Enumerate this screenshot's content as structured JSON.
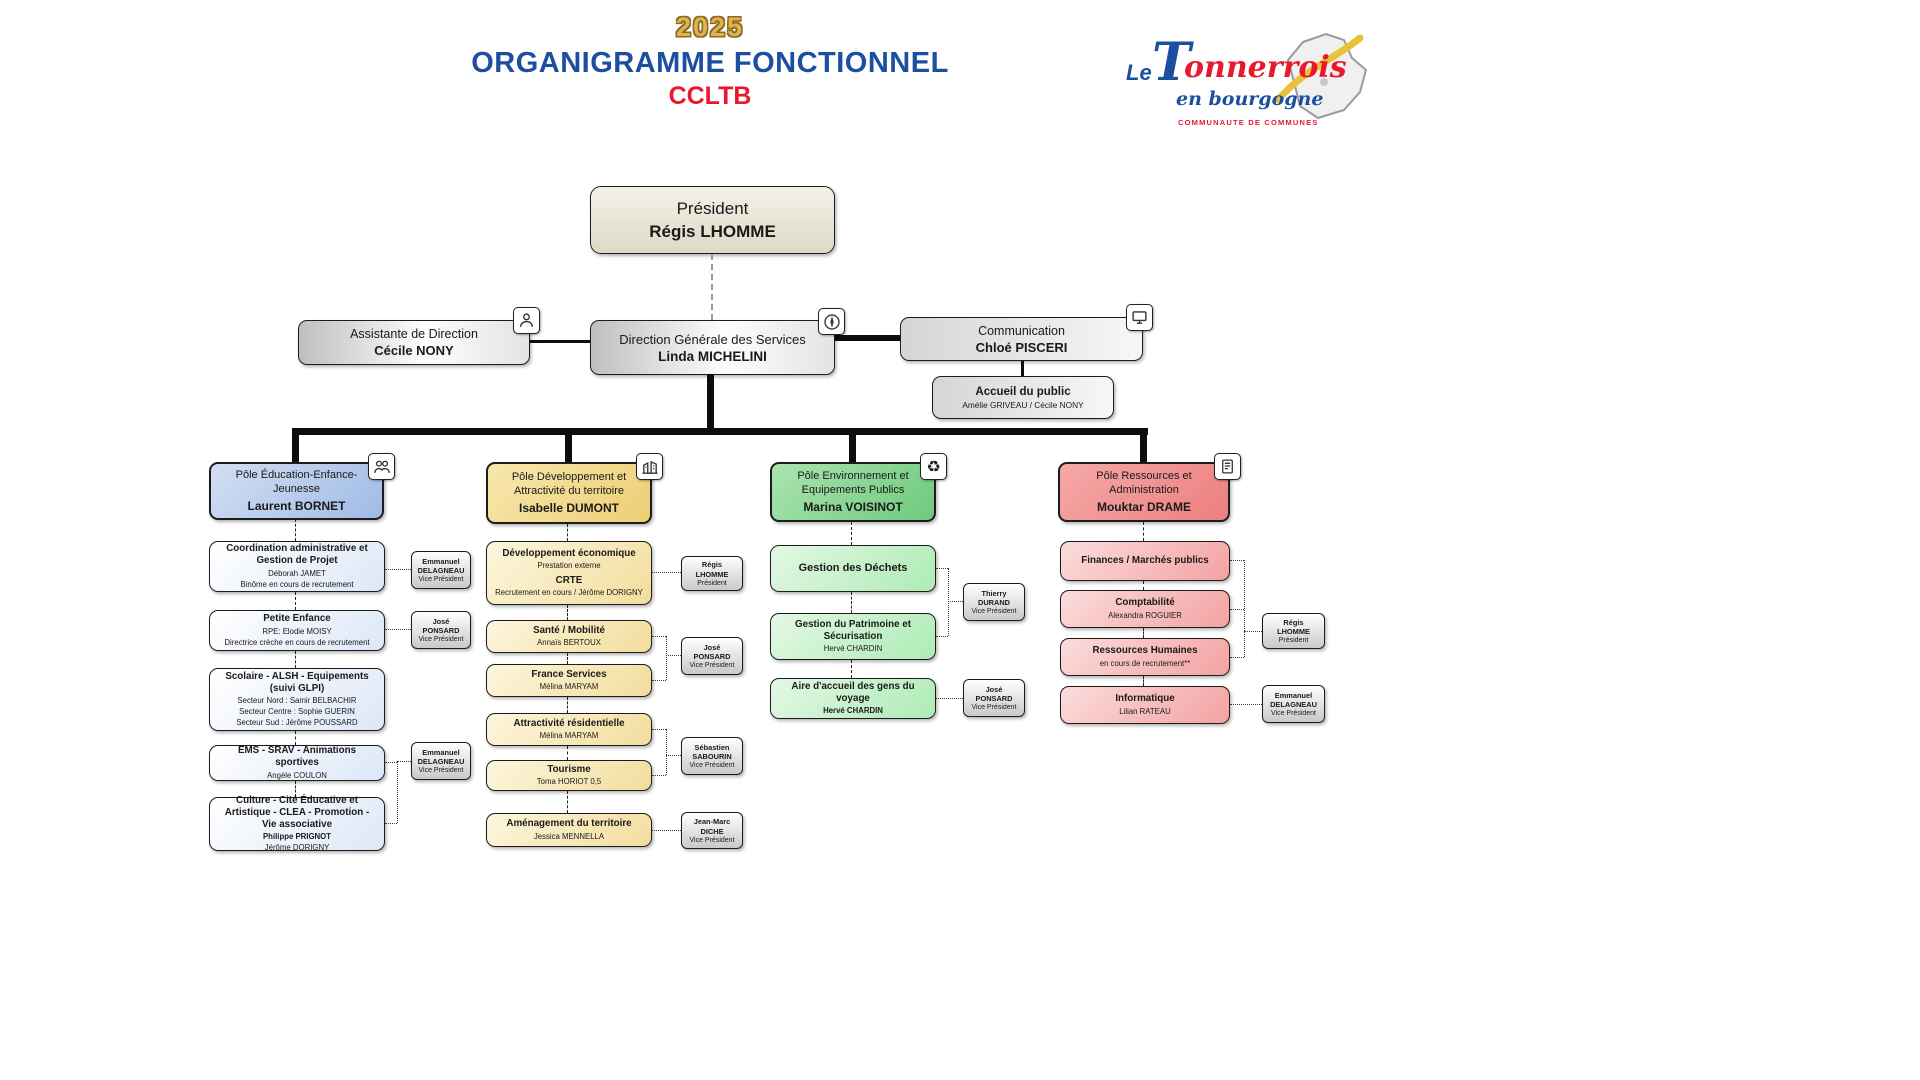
{
  "header": {
    "year": "2025",
    "title": "ORGANIGRAMME FONCTIONNEL",
    "subtitle": "CCLTB"
  },
  "logo": {
    "le": "Le",
    "name_initial": "T",
    "name_rest": "onnerrois",
    "region": "en bourgogne",
    "tagline": "COMMUNAUTE DE COMMUNES"
  },
  "icons": {
    "recycle_glyph": "♻"
  },
  "colors": {
    "accent_blue": "#1d4fa1",
    "accent_red": "#e8192c",
    "gold": "#e0b44a",
    "pole_blue": "#9fbbe6",
    "pole_yellow": "#ecce74",
    "pole_green": "#6fc97c",
    "pole_red": "#ec7f7f"
  },
  "president": {
    "role": "Président",
    "name": "Régis LHOMME"
  },
  "direction": {
    "assistante": {
      "role": "Assistante de Direction",
      "name": "Cécile NONY",
      "icon": "assistant-icon"
    },
    "dgs": {
      "role": "Direction Générale des Services",
      "name": "Linda MICHELINI",
      "icon": "compass-icon"
    },
    "communication": {
      "role": "Communication",
      "name": "Chloé PISCERI",
      "icon": "communication-icon"
    },
    "accueil": {
      "title": "Accueil du public",
      "names": "Amélie GRIVEAU / Cécile NONY"
    }
  },
  "poles": [
    {
      "name": "Pôle Éducation-Enfance-Jeunesse",
      "head": "Laurent BORNET",
      "icon": "people-icon",
      "boxes": [
        {
          "title": "Coordination administrative et Gestion de Projet",
          "lines": [
            "Déborah JAMET",
            "Binôme en cours de recrutement"
          ]
        },
        {
          "title": "Petite Enfance",
          "lines": [
            "RPE: Elodie MOISY",
            "Directrice crèche en cours de recrutement"
          ]
        },
        {
          "title": "Scolaire - ALSH - Equipements (suivi GLPI)",
          "lines": [
            "Secteur Nord : Samir BELBACHIR",
            "Secteur Centre : Sophie GUERIN",
            "Secteur Sud : Jérôme POUSSARD"
          ]
        },
        {
          "title": "EMS - SRAV - Animations sportives",
          "lines": [
            "Angèle COULON"
          ]
        },
        {
          "title": "Culture - Cité Éducative et Artistique - CLEA - Promotion - Vie associative",
          "bold_line": "Philippe PRIGNOT",
          "lines": [
            "Jérôme DORIGNY"
          ]
        }
      ],
      "elus": [
        {
          "name": "Emmanuel DELAGNEAU",
          "role": "Vice Président"
        },
        {
          "name": "José PONSARD",
          "role": "Vice Président"
        },
        {
          "name": "Emmanuel DELAGNEAU",
          "role": "Vice Président"
        }
      ]
    },
    {
      "name": "Pôle Développement et Attractivité du territoire",
      "head": "Isabelle DUMONT",
      "icon": "city-icon",
      "boxes": [
        {
          "title": "Développement économique",
          "lines": [
            "Prestation externe"
          ],
          "title2": "CRTE",
          "lines2": [
            "Recrutement en cours / Jérôme DORIGNY"
          ]
        },
        {
          "title": "Santé / Mobilité",
          "lines": [
            "Annaïs BERTOUX"
          ]
        },
        {
          "title": "France Services",
          "lines": [
            "Mélina MARYAM"
          ]
        },
        {
          "title": "Attractivité résidentielle",
          "lines": [
            "Mélina MARYAM"
          ]
        },
        {
          "title": "Tourisme",
          "lines": [
            "Toma HORIOT 0,5"
          ]
        },
        {
          "title": "Aménagement du territoire",
          "lines": [
            "Jessica MENNELLA"
          ]
        }
      ],
      "elus": [
        {
          "name": "Régis LHOMME",
          "role": "Président"
        },
        {
          "name": "José PONSARD",
          "role": "Vice Président"
        },
        {
          "name": "Sébastien SABOURIN",
          "role": "Vice Président"
        },
        {
          "name": "Jean-Marc DICHE",
          "role": "Vice Président"
        }
      ]
    },
    {
      "name": "Pôle Environnement et Equipements Publics",
      "head": "Marina VOISINOT",
      "icon": "recycle-icon",
      "boxes": [
        {
          "title": "Gestion des Déchets"
        },
        {
          "title": "Gestion du Patrimoine et Sécurisation",
          "lines": [
            "Hervé CHARDIN"
          ]
        },
        {
          "title": "Aire d'accueil des gens du voyage",
          "lines": [
            "Hervé CHARDIN"
          ]
        }
      ],
      "elus": [
        {
          "name": "Thierry DURAND",
          "role": "Vice Président"
        },
        {
          "name": "José PONSARD",
          "role": "Vice Président"
        }
      ]
    },
    {
      "name": "Pôle Ressources et Administration",
      "head": "Mouktar DRAME",
      "icon": "ledger-icon",
      "boxes": [
        {
          "title": "Finances / Marchés publics"
        },
        {
          "title": "Comptabilité",
          "lines": [
            "Alexandra ROGUIER"
          ]
        },
        {
          "title": "Ressources Humaines",
          "lines": [
            "en cours de recrutement**"
          ]
        },
        {
          "title": "Informatique",
          "lines": [
            "Lilian RATEAU"
          ]
        }
      ],
      "elus": [
        {
          "name": "Régis LHOMME",
          "role": "Président"
        },
        {
          "name": "Emmanuel DELAGNEAU",
          "role": "Vice Président"
        }
      ]
    }
  ]
}
